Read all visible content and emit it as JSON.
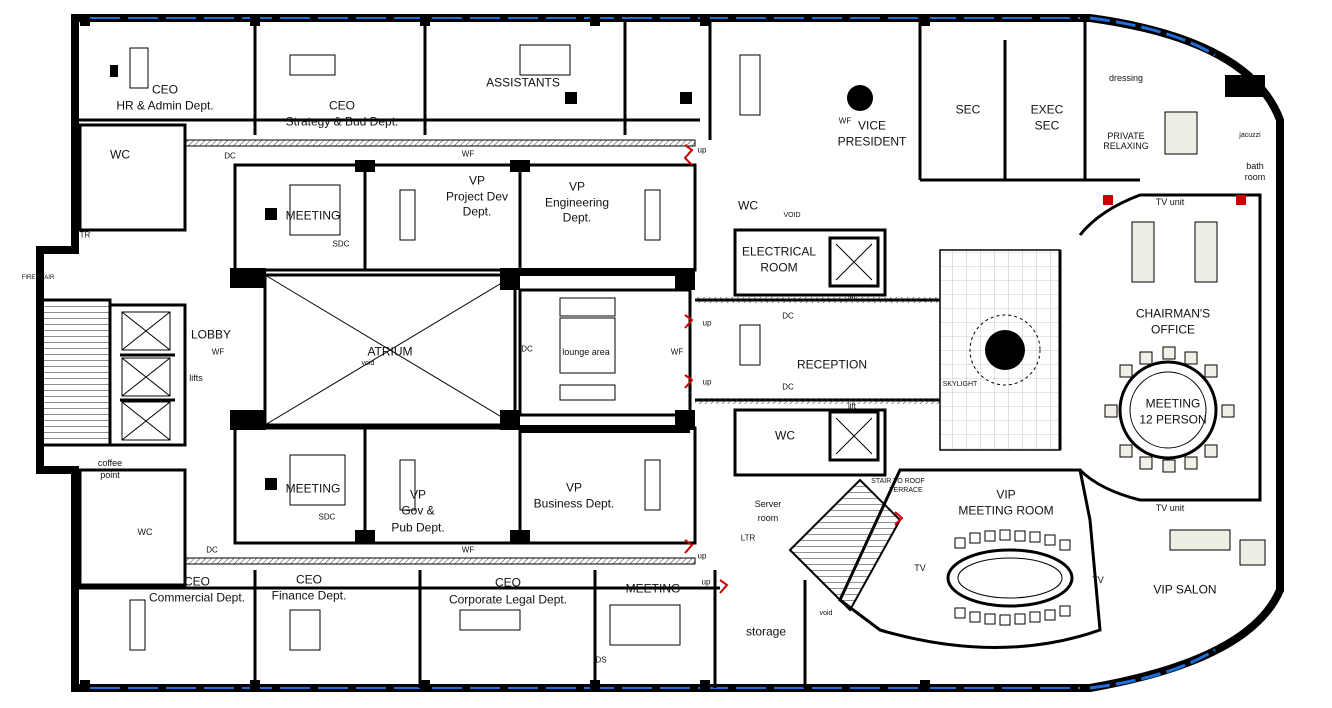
{
  "rooms": {
    "ceo_hr": [
      "CEO",
      "HR & Admin Dept."
    ],
    "ceo_strategy": [
      "CEO",
      "Strategy & Bud Dept."
    ],
    "assistants": "ASSISTANTS",
    "vice_president": [
      "VICE",
      "PRESIDENT"
    ],
    "sec": "SEC",
    "exec_sec": [
      "EXEC",
      "SEC"
    ],
    "dressing": "dressing",
    "private_relaxing": [
      "PRIVATE",
      "RELAXING"
    ],
    "jacuzzi": "jacuzzi",
    "bath_room": [
      "bath",
      "room"
    ],
    "wc_left_top": "WC",
    "meeting_top": "MEETING",
    "vp_project": [
      "VP",
      "Project Dev",
      "Dept."
    ],
    "vp_engineering": [
      "VP",
      "Engineering",
      "Dept."
    ],
    "wc_center_top": "WC",
    "void": "VOID",
    "electrical_room": [
      "ELECTRICAL",
      "ROOM"
    ],
    "tv_unit_top": "TV unit",
    "lobby": "LOBBY",
    "lifts": "lifts",
    "atrium": "ATRIUM",
    "atrium_void": "void",
    "lounge_area": "lounge area",
    "reception": "RECEPTION",
    "chairmans_office": [
      "CHAIRMAN'S",
      "OFFICE"
    ],
    "meeting_12_person": [
      "MEETING",
      "12 PERSON"
    ],
    "skylight": "SKYLIGHT",
    "coffee_point": [
      "coffee",
      "point"
    ],
    "wc_left_bottom": "WC",
    "meeting_bottom": "MEETING",
    "vp_gov": [
      "VP",
      "Gov &",
      "Pub Dept."
    ],
    "vp_business": [
      "VP",
      "Business Dept."
    ],
    "wc_center_bottom": "WC",
    "stair_roof": [
      "STAIR TO ROOF",
      "TERRACE"
    ],
    "vip_meeting_room": [
      "VIP",
      "MEETING ROOM"
    ],
    "tv_unit_bottom": "TV unit",
    "vip_salon": "VIP SALON",
    "ceo_commercial": [
      "CEO",
      "Commercial Dept."
    ],
    "ceo_finance": [
      "CEO",
      "Finance Dept."
    ],
    "ceo_legal": [
      "CEO",
      "Corporate Legal Dept."
    ],
    "meeting_small": "MEETING",
    "storage": "storage",
    "tv_left": "TV",
    "tv_right": "TV",
    "void_small": "void",
    "server_room": [
      "Server",
      "room"
    ]
  },
  "tags": {
    "up": "up",
    "wf": "WF",
    "dc": "DC",
    "sdc": "SDC",
    "ds": "DS",
    "ltr": "LTR",
    "tr": "TR",
    "lift": "lift",
    "fire_stair": "FIRE STAIR"
  }
}
